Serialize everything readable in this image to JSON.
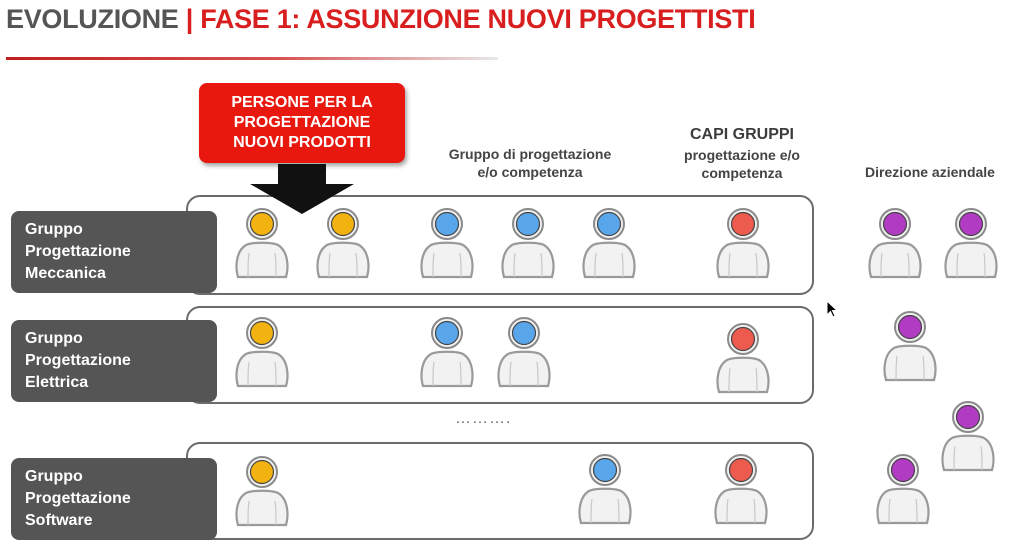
{
  "title": {
    "part1": "EVOLUZIONE",
    "separator": "|",
    "part2": "FASE 1: ASSUNZIONE NUOVI PROGETTISTI"
  },
  "callout": {
    "lines": [
      "PERSONE PER LA",
      "PROGETTAZIONE",
      "NUOVI PRODOTTI"
    ],
    "color": "#e8180e"
  },
  "headers": {
    "gruppo": [
      "Gruppo di progettazione",
      "e/o competenza"
    ],
    "capi": {
      "title": "CAPI GRUPPI",
      "lines": [
        "progettazione e/o",
        "competenza"
      ]
    },
    "direzione": "Direzione aziendale"
  },
  "rows": [
    {
      "label": [
        "Gruppo",
        "Progettazione",
        "Meccanica"
      ]
    },
    {
      "label": [
        "Gruppo",
        "Progettazione",
        "Elettrica"
      ]
    },
    {
      "label": [
        "Gruppo",
        "Progettazione",
        "Software"
      ]
    }
  ],
  "ellipsis": "……….",
  "colors": {
    "nuovi": "#f2b20f",
    "gruppo": "#5aa6ea",
    "capi": "#ec5b4e",
    "direzione": "#b23bc4",
    "accent": "#d81e1e"
  },
  "people": [
    {
      "role": "nuovi"
    },
    {
      "role": "nuovi"
    },
    {
      "role": "gruppo"
    },
    {
      "role": "gruppo"
    },
    {
      "role": "gruppo"
    },
    {
      "role": "capi"
    },
    {
      "role": "direzione"
    },
    {
      "role": "direzione"
    },
    {
      "role": "nuovi"
    },
    {
      "role": "gruppo"
    },
    {
      "role": "gruppo"
    },
    {
      "role": "capi"
    },
    {
      "role": "direzione"
    },
    {
      "role": "nuovi"
    },
    {
      "role": "gruppo"
    },
    {
      "role": "capi"
    },
    {
      "role": "direzione"
    },
    {
      "role": "direzione"
    }
  ]
}
